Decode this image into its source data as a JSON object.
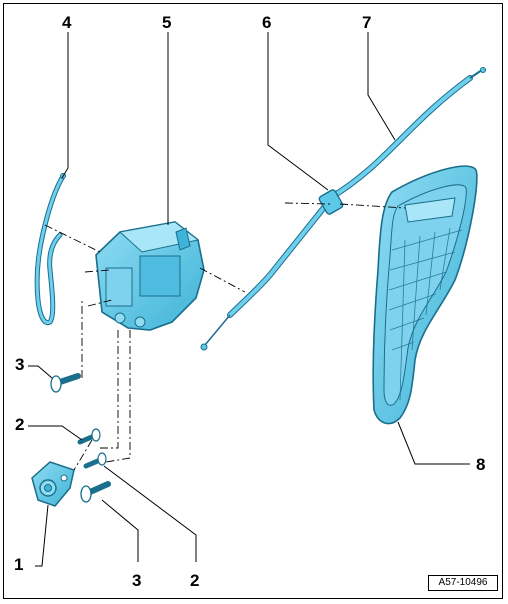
{
  "figure": {
    "reference_code": "A57-10496",
    "callouts": [
      {
        "id": "1",
        "label": "1"
      },
      {
        "id": "2a",
        "label": "2"
      },
      {
        "id": "2b",
        "label": "2"
      },
      {
        "id": "3a",
        "label": "3"
      },
      {
        "id": "3b",
        "label": "3"
      },
      {
        "id": "4",
        "label": "4"
      },
      {
        "id": "5",
        "label": "5"
      },
      {
        "id": "6",
        "label": "6"
      },
      {
        "id": "7",
        "label": "7"
      },
      {
        "id": "8",
        "label": "8"
      }
    ]
  },
  "colors": {
    "part_fill": "#5ec8e8",
    "part_fill_light": "#8fdcf2",
    "part_stroke": "#1a6f8c",
    "leader": "#000000",
    "background": "#ffffff"
  }
}
